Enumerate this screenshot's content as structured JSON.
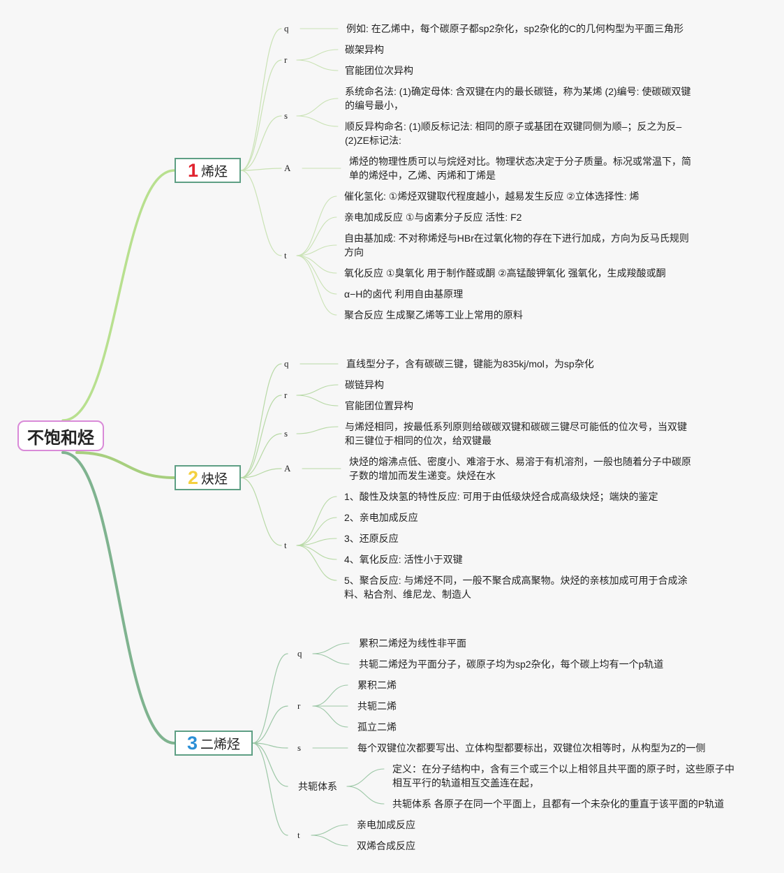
{
  "root": "不饱和烃",
  "branches": [
    {
      "number": "1",
      "title": "烯烃",
      "number_color": "#e0242f",
      "children": [
        {
          "label": "q",
          "items": [
            "例如: 在乙烯中，每个碳原子都sp2杂化，sp2杂化的C的几何构型为平面三角形"
          ]
        },
        {
          "label": "r",
          "items": [
            "碳架异构",
            "官能团位次异构"
          ]
        },
        {
          "label": "s",
          "items": [
            "系统命名法: (1)确定母体: 含双键在内的最长碳链，称为某烯 (2)编号: 使碳碳双键的编号最小，",
            "顺反异构命名: (1)顺反标记法: 相同的原子或基团在双键同侧为顺–；反之为反–(2)ZE标记法:"
          ]
        },
        {
          "label": "A",
          "items": [
            "烯烃的物理性质可以与烷烃对比。物理状态决定于分子质量。标况或常温下，简单的烯烃中，乙烯、丙烯和丁烯是"
          ]
        },
        {
          "label": "t",
          "items": [
            "催化氢化: ①烯烃双键取代程度越小，越易发生反应 ②立体选择性: 烯",
            "亲电加成反应 ①与卤素分子反应 活性: F2",
            "自由基加成: 不对称烯烃与HBr在过氧化物的存在下进行加成，方向为反马氏规则方向",
            "氧化反应 ①臭氧化 用于制作醛或酮 ②高锰酸钾氧化 强氧化，生成羧酸或酮",
            "α−H的卤代 利用自由基原理",
            "聚合反应 生成聚乙烯等工业上常用的原料"
          ]
        }
      ]
    },
    {
      "number": "2",
      "title": "炔烃",
      "number_color": "#f4d03f",
      "children": [
        {
          "label": "q",
          "items": [
            "直线型分子，含有碳碳三键，键能为835kj/mol，为sp杂化"
          ]
        },
        {
          "label": "r",
          "items": [
            "碳链异构",
            "官能团位置异构"
          ]
        },
        {
          "label": "s",
          "items": [
            "与烯烃相同，按最低系列原则给碳碳双键和碳碳三键尽可能低的位次号，当双键和三键位于相同的位次，给双键最"
          ]
        },
        {
          "label": "A",
          "items": [
            "炔烃的熔沸点低、密度小、难溶于水、易溶于有机溶剂，一般也随着分子中碳原子数的增加而发生递变。炔烃在水"
          ]
        },
        {
          "label": "t",
          "items": [
            "1、酸性及炔氢的特性反应: 可用于由低级炔烃合成高级炔烃；端炔的鉴定",
            "2、亲电加成反应",
            "3、还原反应",
            "4、氧化反应: 活性小于双键",
            "5、聚合反应: 与烯烃不同，一般不聚合成高聚物。炔烃的亲核加成可用于合成涂料、粘合剂、维尼龙、制造人"
          ]
        }
      ]
    },
    {
      "number": "3",
      "title": "二烯烃",
      "number_color": "#2b8fd6",
      "children": [
        {
          "label": "q",
          "items": [
            "累积二烯烃为线性非平面",
            "共轭二烯烃为平面分子，碳原子均为sp2杂化，每个碳上均有一个p轨道"
          ]
        },
        {
          "label": "r",
          "items": [
            "累积二烯",
            "共轭二烯",
            "孤立二烯"
          ]
        },
        {
          "label": "s",
          "items": [
            "每个双键位次都要写出、立体构型都要标出，双键位次相等时，从构型为Z的一侧"
          ]
        },
        {
          "label": "共轭体系",
          "items": [
            "定义：在分子结构中，含有三个或三个以上相邻且共平面的原子时，这些原子中相互平行的轨道相互交盖连在起，",
            "共轭体系 各原子在同一个平面上，且都有一个未杂化的重直于该平面的P轨道"
          ]
        },
        {
          "label": "t",
          "items": [
            "亲电加成反应",
            "双烯合成反应"
          ]
        }
      ]
    }
  ]
}
